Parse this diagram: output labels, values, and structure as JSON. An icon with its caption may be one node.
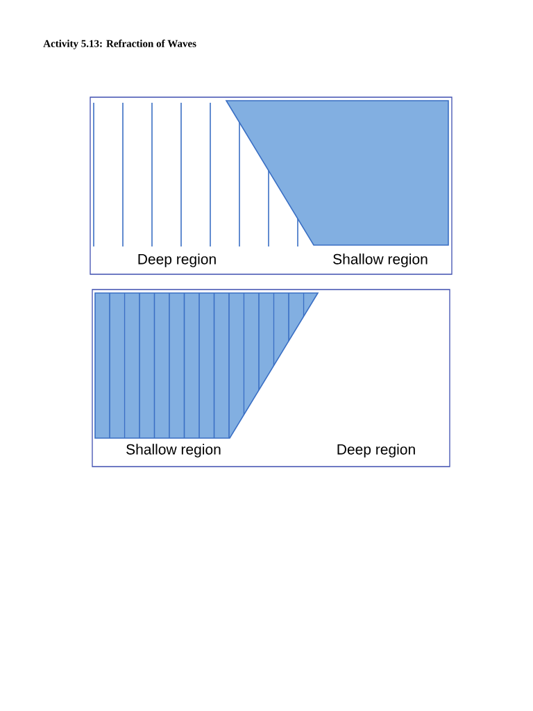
{
  "diagram": {
    "title": "Activity 5.13: Refraction of Waves",
    "nodes": [
      {
        "text": [
          "Deep region",
          "Shallow region"
        ]
      },
      {
        "text": [
          "Shallow region",
          "Deep region"
        ]
      }
    ]
  }
}
